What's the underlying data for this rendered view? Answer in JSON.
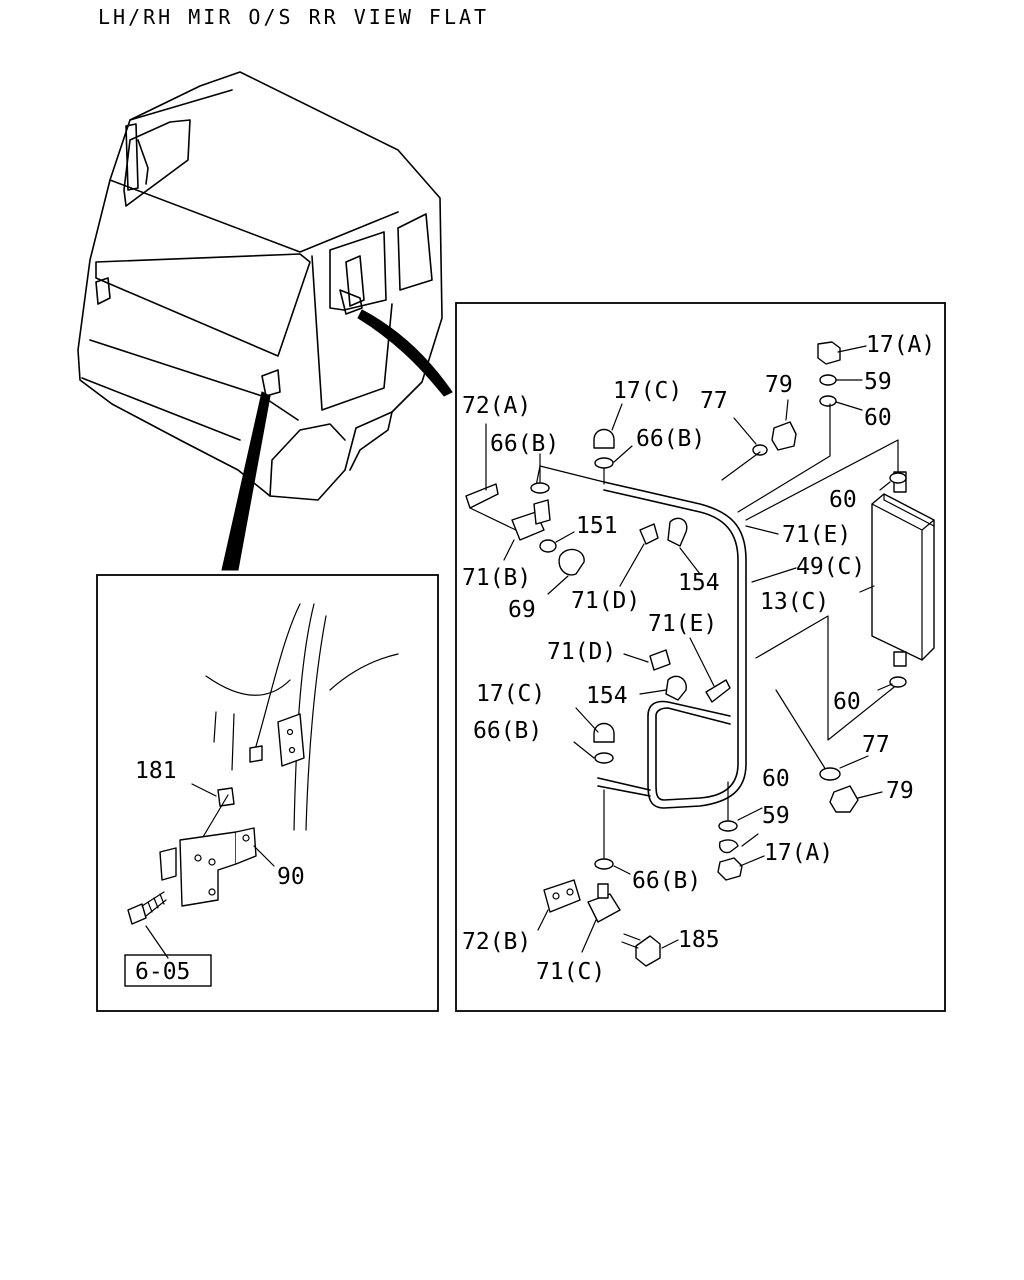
{
  "title": "LH/RH MIR O/S RR VIEW FLAT",
  "detail_callouts": {
    "p181": "181",
    "p90": "90",
    "ref_605": "6-05"
  },
  "callouts": {
    "p17a_top": "17(A)",
    "p59_top": "59",
    "p60_top": "60",
    "p79_top": "79",
    "p77_top": "77",
    "p17c_top": "17(C)",
    "p72a": "72(A)",
    "p66b_a": "66(B)",
    "p66b_b": "66(B)",
    "p60_right": "60",
    "p151": "151",
    "p71e_top": "71(E)",
    "p49c": "49(C)",
    "p71b": "71(B)",
    "p154_top": "154",
    "p13c": "13(C)",
    "p69": "69",
    "p71d_top": "71(D)",
    "p71e_mid": "71(E)",
    "p71d_mid": "71(D)",
    "p17c_mid": "17(C)",
    "p154_mid": "154",
    "p60_mid": "60",
    "p66b_mid": "66(B)",
    "p77_low": "77",
    "p79_low": "79",
    "p60_low": "60",
    "p59_low": "59",
    "p17a_low": "17(A)",
    "p66b_low": "66(B)",
    "p72b": "72(B)",
    "p185": "185",
    "p71c": "71(C)"
  }
}
